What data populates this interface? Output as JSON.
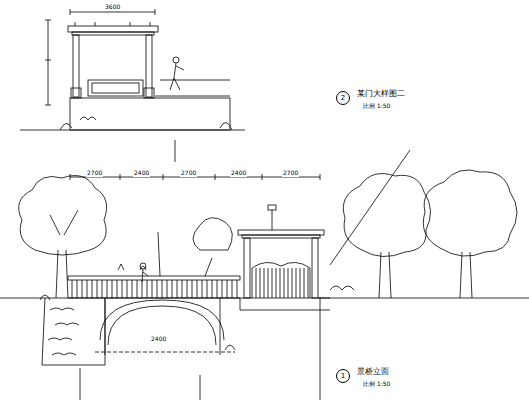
{
  "diagram": {
    "nodes": [
      {
        "text": [
          "2"
        ]
      },
      {
        "text": [
          "1"
        ]
      }
    ],
    "labels": [
      "某门大样图二",
      "比例 1:50",
      "景桥立面",
      "比例 1:50",
      "3600",
      "2700",
      "2400",
      "2700",
      "2400",
      "2700",
      "2400"
    ]
  }
}
